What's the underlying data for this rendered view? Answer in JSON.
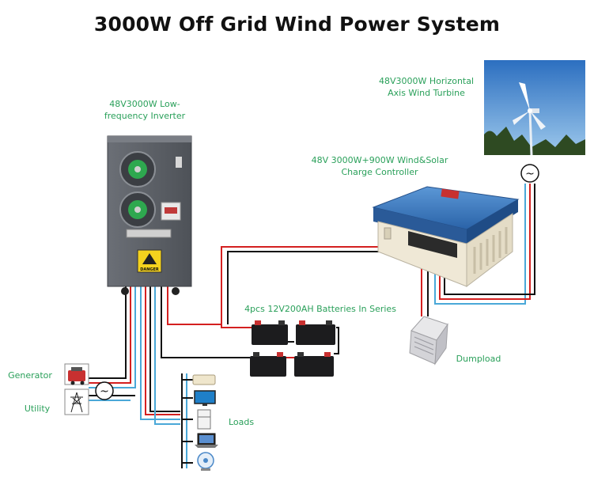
{
  "title": "3000W Off Grid Wind Power System",
  "labels": {
    "inverter_line1": "48V3000W Low-",
    "inverter_line2": "frequency Inverter",
    "turbine_line1": "48V3000W Horizontal",
    "turbine_line2": "Axis Wind Turbine",
    "controller_line1": "48V 3000W+900W Wind&Solar",
    "controller_line2": "Charge Controller",
    "batteries": "4pcs 12V200AH Batteries In Series",
    "dumpload": "Dumpload",
    "generator": "Generator",
    "utility": "Utility",
    "loads": "Loads"
  },
  "device_text": {
    "danger": "DANGER",
    "ac_symbol": "~"
  },
  "colors": {
    "label_green": "#2aa05a",
    "wire_red": "#d42020",
    "wire_black": "#111111",
    "wire_blue": "#4aa8d8",
    "controller_blue": "#2f6fb5",
    "inverter_gray": "#5d6168"
  }
}
